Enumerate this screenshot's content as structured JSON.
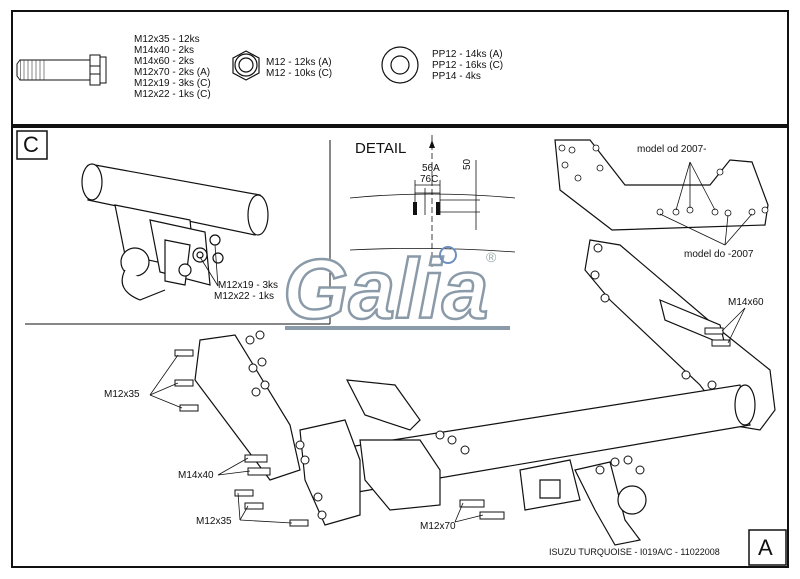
{
  "header": {
    "bolt_specs": [
      "M12x35 - 12ks",
      "M14x40 - 2ks",
      "M14x60 - 2ks",
      "M12x70 - 2ks (A)",
      "M12x19 - 3ks (C)",
      "M12x22 - 1ks (C)"
    ],
    "nut_specs": [
      "M12 - 12ks (A)",
      "M12 - 10ks (C)"
    ],
    "washer_specs": [
      "PP12 - 14ks (A)",
      "PP12 - 16ks (C)",
      "PP14 - 4ks"
    ]
  },
  "detail_c": {
    "letter": "C",
    "bolt_labels": [
      "M12x19 - 3ks",
      "M12x22 - 1ks"
    ]
  },
  "detail": {
    "title": "DETAIL",
    "dim_56a": "56A",
    "dim_76c": "76C",
    "dim_50": "50"
  },
  "bracket": {
    "model_new": "model od 2007-",
    "model_old": "model do -2007"
  },
  "logo": {
    "text": "Galia",
    "mark": "®"
  },
  "main_labels": {
    "m12x35_top": "M12x35",
    "m14x40": "M14x40",
    "m12x35_bottom": "M12x35",
    "m12x70": "M12x70",
    "m14x60": "M14x60"
  },
  "footer": {
    "title": "ISUZU TURQUOISE - I019A/C - 11022008",
    "letter": "A"
  }
}
